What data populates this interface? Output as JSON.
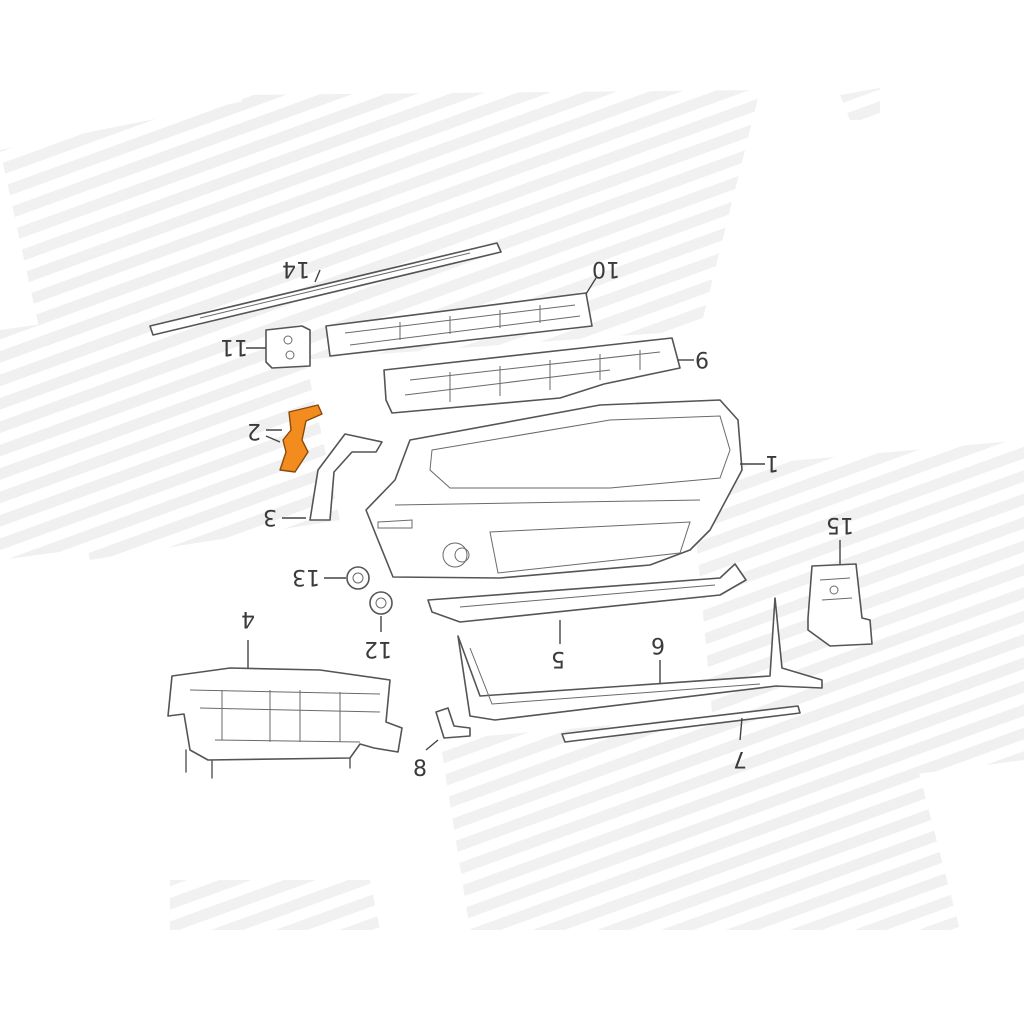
{
  "diagram": {
    "highlight_color": "#F28C1E",
    "highlighted_part": "2",
    "callouts": [
      "1",
      "2",
      "3",
      "4",
      "5",
      "6",
      "7",
      "8",
      "9",
      "10",
      "11",
      "12",
      "13",
      "14",
      "15"
    ]
  }
}
